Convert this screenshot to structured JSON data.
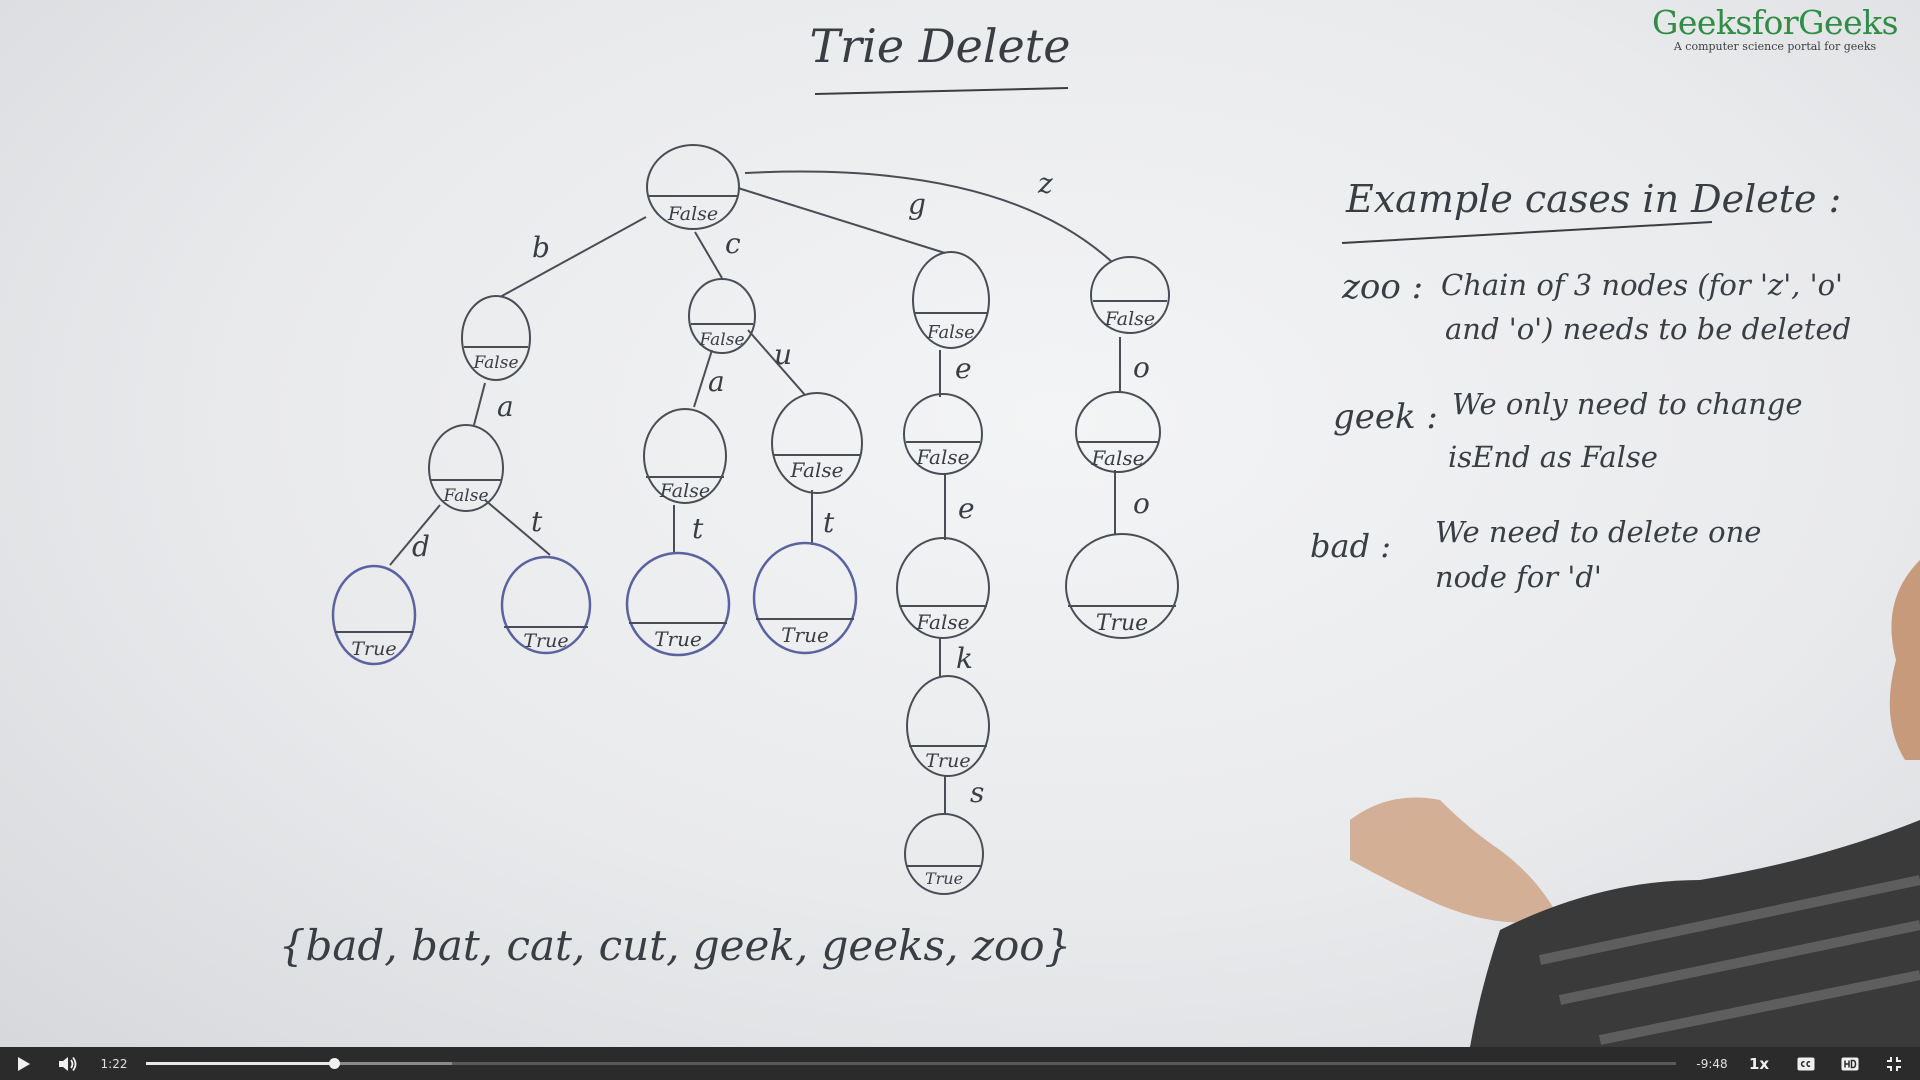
{
  "board": {
    "title": "Trie Delete",
    "word_set": "{bad, bat, cat, cut, geek, geeks, zoo}",
    "cases_heading": "Example cases in Delete :",
    "cases": [
      {
        "word": "zoo :",
        "line1": "Chain of 3 nodes (for 'z', 'o'",
        "line2": "and 'o') needs to be deleted"
      },
      {
        "word": "geek :",
        "line1": "We only need to change",
        "line2": "isEnd as False"
      },
      {
        "word": "bad :",
        "line1": "We need to delete one",
        "line2": "node for 'd'"
      }
    ],
    "nodes": [
      {
        "label": "False"
      },
      {
        "label": "False"
      },
      {
        "label": "False"
      },
      {
        "label": "False"
      },
      {
        "label": "False"
      },
      {
        "label": "False"
      },
      {
        "label": "True"
      },
      {
        "label": "True"
      },
      {
        "label": "False"
      },
      {
        "label": "False"
      },
      {
        "label": "True"
      },
      {
        "label": "True"
      },
      {
        "label": "False"
      },
      {
        "label": "False"
      },
      {
        "label": "True"
      },
      {
        "label": "True"
      },
      {
        "label": "False"
      },
      {
        "label": "True"
      }
    ],
    "edges": [
      {
        "char": "b"
      },
      {
        "char": "c"
      },
      {
        "char": "g"
      },
      {
        "char": "z"
      },
      {
        "char": "a"
      },
      {
        "char": "d"
      },
      {
        "char": "t"
      },
      {
        "char": "a"
      },
      {
        "char": "u"
      },
      {
        "char": "t"
      },
      {
        "char": "t"
      },
      {
        "char": "e"
      },
      {
        "char": "e"
      },
      {
        "char": "k"
      },
      {
        "char": "s"
      },
      {
        "char": "o"
      },
      {
        "char": "o"
      }
    ]
  },
  "logo": {
    "name": "GeeksforGeeks",
    "tagline": "A computer science portal for geeks",
    "color": "#2f8d46"
  },
  "player": {
    "current_time": "1:22",
    "remaining_time": "-9:48",
    "progress": 0.123,
    "buffered": 0.2,
    "speed": "1x",
    "icons": {
      "play": "play-icon",
      "volume": "volume-icon",
      "captions": "captions-icon",
      "quality": "hd-icon",
      "fullscreen": "exit-fullscreen-icon"
    }
  }
}
